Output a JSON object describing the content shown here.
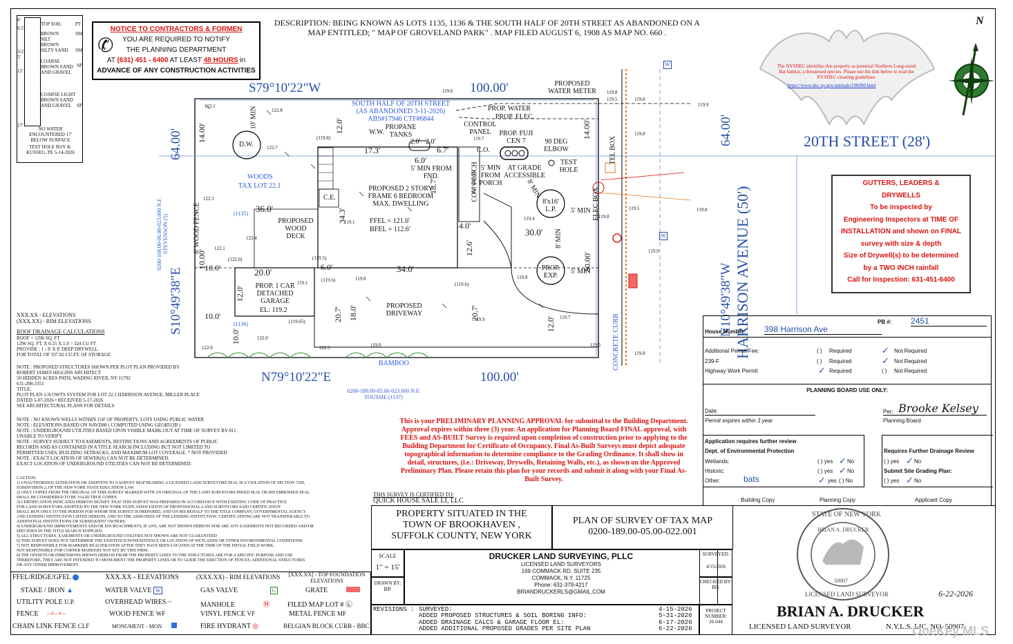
{
  "soil_log": {
    "layers": [
      "TOP SOIL",
      "BROWN SILT",
      "BROWN SILTY SAND",
      "COARSE BROWN SAND AND GRAVEL",
      "COARSE LIGHT BROWN SAND AND GRAVEL"
    ],
    "codes": [
      "PT",
      "SM",
      "SM",
      "SP",
      "SP"
    ],
    "depths": [
      "0'",
      "0.5'",
      "3.5'",
      "5'",
      "12'",
      "17'"
    ],
    "no_water": "NO WATER ENCOUNTERED 17' BELOW SURFACE",
    "test_hole": "TEST HOLE ROY K. KUSSEG, PE 5-14-2026"
  },
  "notice": {
    "title": "NOTICE TO CONTRACTORS & FORMEN",
    "line1": "YOU ARE REQUIRED TO NOTIFY",
    "line2": "THE PLANNING DEPARTMENT",
    "line3_pre": "AT",
    "phone": "(631) 451 - 6400",
    "line3_mid": "AT LEAST",
    "hours": "48 HOURS",
    "line3_post": "in",
    "line4": "ADVANCE OF ANY CONSTRUCTION ACTIVITIES"
  },
  "description": "DESCRIPTION: BEING KNOWN AS LOTS 1135, 1136 & THE SOUTH HALF OF 20TH STREET AS ABANDONED ON A MAP ENTITLED;  \" MAP OF GROVELAND PARK\" . MAP FILED AUGUST 6, 1908 AS MAP NO. 660 .",
  "nysdec": "The NYSDEC identifies this property as potential Northern Long-eared Bat habitat, a threatened species. Please use the link below to read the NYSDEC cleaning guidelines.",
  "nysdec_link": "https://www.dec.ny.gov/animals/106090.html",
  "north": "N",
  "plan": {
    "bearing_top": "S79°10'22\"W",
    "bearing_bottom": "N79°10'22\"E",
    "bearing_left": "S10°49'38\"E",
    "bearing_right": "N10°49'38\"W",
    "dist_top": "100.00'",
    "dist_bottom": "100.00'",
    "dist_left": "64.00'",
    "dist_right": "64.00'",
    "street": "20TH STREET (28')",
    "avenue": "HARRISON AVENUE (50')",
    "south_half": "SOUTH HALF OF 20TH STREET (AS ABANDONED 3-11-2026) ABS#17946  CTF#6844",
    "proposed_water_meter": "PROPOSED WATER METER",
    "prop_water": "PROP. WATER",
    "prop_elec": "PROP. ELEC.",
    "control_panel": "CONTROL PANEL",
    "prop_fuji": "PROP. FUJI CEN 7",
    "propane": "PROPANE TANKS",
    "ww": "W.W.",
    "co": "C.O.",
    "elbow": "90 DEG ELBOW",
    "test_hole": "TEST HOLE",
    "at_grade": "AT GRADE ACCESSIBLE",
    "dw": "D.W.",
    "ten_min": "10' MIN",
    "woods": "WOODS",
    "tax_lot": "TAX LOT 22.1",
    "ce": "C.E.",
    "dwelling": "PROPOSED 2 STORY FRAME 6 BEDROOM MAX. DWELLING",
    "ffel": "FFEL = 121.6'",
    "bfel": "BFEL = 112.6'",
    "cov_porch": "COV. PORCH",
    "porch_dim": "4.0'x18.75'",
    "five_min_fnd": "5' MIN FROM FND.",
    "five_min_porch": "5' MIN FROM PORCH",
    "lp": "8'x16' L.P.",
    "prop_exp": "PROP. EXP.",
    "deck": "PROPOSED WOOD DECK",
    "garage": "PROP. 1 CAR DETACHED GARAGE",
    "garage_el": "EL: 119.2",
    "driveway": "PROPOSED DRIVEWAY",
    "bamboo": "BAMBOO",
    "tel_box": "TEL BOX",
    "elec_box": "ELEC BOX",
    "concrete_curb": "CONCRETE CURB",
    "wood_fence": "6' WOOD FENCE",
    "lot_left": "0200-168.00-06.00-023.000 N.F. STEVENSON (5)",
    "lot_bottom": "0200-189.00-05.00-023.000 N.F. TOUSSIE (1137)",
    "lot_1135": "(1135)",
    "lot_1136": "(1136)",
    "five_min": "5' MIN",
    "eight_min": "8' MIN",
    "dims": [
      "12.0'",
      "6.7'",
      "17.3'",
      "6.0'",
      "2.0'",
      "2.0'",
      "36.0'",
      "34.3'",
      "18.7'",
      "4.0'",
      "12.6'",
      "30.0'",
      "50.00'",
      "14.00'",
      "14.00'",
      "10.00'",
      "10.0'",
      "6.0'",
      "34.0'",
      "20.0'",
      "12.0'",
      "10.0'",
      "10.0'",
      "20.7'",
      "18.0'",
      "20.7'",
      "12.0'"
    ],
    "elevs": [
      "123.1",
      "122.8",
      "122.7",
      "(119.8)",
      "119.6",
      "119.7",
      "119.8",
      "119.5",
      "119.9",
      "119.8",
      "119.5",
      "119.8",
      "122.3",
      "122.1",
      "122.4",
      "(122.0)",
      "(119.5)",
      "119.1",
      "(119.6)",
      "119.8",
      "(119.6)",
      "119.9",
      "119.7",
      "119.5",
      "122.0",
      "122.0",
      "(119.65)",
      "122.5",
      "119.0",
      "119.8",
      "119.4",
      "119.1",
      "119.8",
      "119.8",
      "119.9",
      "119.8"
    ]
  },
  "legend_notes": {
    "elev": "XXX.XX - ELEVATIONS",
    "rim": "(XXX.XX) - RIM ELEVATIONS",
    "roof": "ROOF DRAINAGE CALCULATIONS",
    "roof1": "ROOF = 1296 SQ. FT",
    "roof2": "1296 SQ. FT. X 0.25 X 1.0 = 324 CU FT",
    "roof3": "PROVIDE : 1 - 8' X 8' DEEP DRYWELL",
    "roof4": "FOR TOTAL OF 337.92 CU.FT. OF STORAGE",
    "note_block": "NOTE : PROPOSED STRUCTURES SHOWN PER PLOT PLAN PROVIDED BY\nROBERT JAMES HIGGINS ARCHITECT\n50 HIDDEN ACRES PATH, WADING RIVER, NY 11792\n631-208-3351\nTITLE:\nPLOT PLAN 1/A OWTS SYSTEM FOR LOT 22.1 HARRISON AVENUE, MILLER PLACE\nDATED 5-07-2026 • RECEIVED 5-17-2026\nSEE ARCHITECTURAL PLANS FOR DETAILS",
    "notes2": "NOTE : NO KNOWN WELLS WITHIN 150' OF PROPERTY, LOTS USING PUBLIC WATER\nNOTE : ELEVATIONS BASED ON NAVD88 ( COMPUTED USING GEOID12B )\nNOTE : UNDERGROUND UTILITIES BASED UPON VISIBLE MARK-OUT AT TIME OF SURVEY BY 811.\n         UNABLE TO VERIFY.\nNOTE : SURVEY SUBJECT TO EASEMENTS, RESTRICTIONS AND AGREEMENTS OF PUBLIC\nRECORDS AND AS CONTAINED IN A TITLE SEARCH INCLUDING BUT NOT LIMITED TO\nPERMITTED USES, BUILDING SETBACKS, AND MAXIMUM LOT COVERAGE.   * NOT PROVIDED\nNOTE : EXACT LOCATION OF SEWER(S) CAN NOT BE DETERMINED.\nEXACT LOCATION OF UNDERGROUND UTILITIES CAN NOT BE DETERMINED.",
    "caution": "CAUTION:\n1) UNAUTHORIZED ALTERATION OR ADDITION TO A SURVEY MAP BEARING A LICENSED LAND SURVEYORS SEAL IS A VIOLATION OF SECTION 7209,\n    SUBDIVISION 2, OF THE NEW YORK STATE EDUCATION LAW.\n2) ONLY COPIES FROM THE ORIGINAL OF THIS SURVEY MARKED WITH AN ORIGINAL OF THE LAND SURVEYORS INKED SEAL OR HIS EMBOSSED SEAL\n    SHALL BE CONSIDERED TO BE VALID TRUE COPIES.\n3) CERTIFICATION INDICATED HEREON SIGNIFY THAT THIS SURVEY WAS PREPARED IN ACCORDANCE WITH EXISTING CODE OF PRACTICE\n    FOR LAND SURVEYORS ADOPTED BY THE NEW YORK STATE ASSOCIATION OF PROFESSIONAL LAND SURVEYORS SAID CERTIFICATION\n    SHALL RUN ONLY TO THE PERSON FOR WHOM THE SURVEY IS PREPARED, AND ON HIS BEHALF TO THE TITLE COMPANY, GOVERNMENTAL AGENCY\n    AND LENDING INSTITUTION LISTED HEREON, AND TO THE ASSIGNEES OF THE LENDING INSTITUTION. CERTIFICATIONS ARE NOT TRANSFERABLE TO\n    ADDITIONAL INSTITUTIONS OR SUBSEQUENT OWNERS.\n4) UNDERGROUND IMPROVEMENTS AND/OR ENCROACHMENTS, IF ANY, ARE NOT SHOWN HEREON NOR ARE ANY EASEMENTS NOT RECORDED AND/OR\n    SPECIFIED IN THE TITLE SEARCH SUPPLIED.\n5) ALL STRUCTURES, EASEMENTS OR UNDERGROUND UTILITIES NOT SHOWN ARE NOT GUARANTEED\n6) THIS SURVEY DOES NOT DETERMINE THE EXISTENCE/NONEXISTENCE OR LOCATION OF WETLANDS OR OTHER ENVIRONMENTAL CONDITIONS.\n7) NOT RESPONSIBLE FOR MARKERS REALTERATION AFTER THEY HAVE BEEN LOCATED AT THE TIME OF THE INITIAL FIELD WORK.\n    NOT RESPONSIBLE FOR CORNER MARKERS NOT SET BY THIS FIRM.\n8) THE OFFSETS OR DIMENSIONS SHOWN HEREON FROM THE PROPERTY LINES TO THE STRUCTURES ARE FOR A SPECIFIC PURPOSE AND USE\n    THEREFORE, THEY ARE NOT INTENDED TO MONUMENT THE PROPERTY LINES OR TO GUIDE THE ERECTION OF FENCES, ADDITIONAL STRUCTURES\n    OR ANY OTHER IMPROVEMENT."
  },
  "approval": "This is your PRELIMINARY PLANNING APPROVAL for submittal to the Building Department.  Approval expires within three (3) year.  An application for Planning Board FINAL approval, with FEES and AS-BUILT Survey is required upon completion of construction prior to applying to the Building Department for Certificate of Occupancy.  Final As-Built Surveys must depict adequate topographical information to determine compliance to the Grading Ordinance.  It shall show in detail, structures, (i.e.: Driveway, Drywells, Retaining Walls, etc.), as shown on the Approved Preliminary Plan.  Please retain this plan for your records and submit it along with your Final As-Built Survey.",
  "gutters": {
    "l1": "GUTTERS, LEADERS &",
    "l2": "DRYWELLS",
    "l3": "To be inspected by",
    "l4": "Engineering Inspectors at TIME OF",
    "l5": "INSTALLATION and shown on FINAL",
    "l6": "survey with size & depth",
    "l7": "Size of Drywell(s) to be determined",
    "l8": "by a TWO INCH rainfall",
    "l9": "Call for Inspection: 631-451-6400"
  },
  "permit": {
    "house_label": "House Number:",
    "house_value": "398 Harrison Ave",
    "pb_label": "PB #:",
    "pb_value": "2451",
    "rows": [
      {
        "label": "Additional Permit Fee:",
        "a": "Required",
        "b": "Not Required",
        "a_checked": false,
        "b_checked": true
      },
      {
        "label": "239-F",
        "a": "Required",
        "b": "Not Required",
        "a_checked": false,
        "b_checked": true
      },
      {
        "label": "Highway Work Permit",
        "a": "Required",
        "b": "Not Required",
        "a_checked": true,
        "b_checked": false
      }
    ],
    "pb_use": "PLANNING BOARD USE ONLY:",
    "date_label": "Date:",
    "expires": "Permit expires within 3 year",
    "per_label": "Per:",
    "signature": "Brooke Kelsey",
    "planning_board": "Planning Board",
    "review_title": "Application requires further review",
    "dept": "Dept. of Environmental Protection",
    "wetlands": "Wetlands:",
    "historic": "Historic:",
    "other": "Other:",
    "other_value": "bats",
    "yes": "yes",
    "no": "No",
    "drainage_title": "Requires Further Drainage Review",
    "grading": "Submit Site Grading Plan:",
    "copies": [
      "Building Copy",
      "Planning Copy",
      "Applicant Copy"
    ]
  },
  "certified": {
    "label": "THIS SURVEY IS CERTIFIED TO:",
    "name": "QUICK HOUSE SALE LI, LLC"
  },
  "title_block": {
    "property": "PROPERTY SITUATED IN THE TOWN OF BROOKHAVEN , SUFFOLK COUNTY, NEW YORK",
    "plan_title": "PLAN OF SURVEY OF TAX MAP",
    "tax_map": "0200-189.00-05.00-022.001",
    "scale_label": "SCALE",
    "scale": "1\" = 15'",
    "drawn_label": "DRAWN BY:",
    "drawn": "BP.",
    "company": "DRUCKER LAND SURVEYING, PLLC",
    "company2": "LICENSED LAND SURVEYORS",
    "addr1": "169 COMMACK RD. SUITE 235",
    "addr2": "COMMACK, N.Y. 11725",
    "phone": "Phone: 631-379-4217",
    "email": "BRIANDRUCKERLS@GMAIL.COM",
    "surveyed_label": "SURVEYED:",
    "surveyed": "4/15/2026",
    "checked_label": "CHECKED BY:",
    "checked": "BD.",
    "project_label": "PROJECT NUMBER:",
    "project": "26-044",
    "revisions_label": "REVISIONS :",
    "revisions": [
      {
        "text": "SURVEYED:",
        "date": "4-15-2026"
      },
      {
        "text": "ADDED PROPOSED STRUCTURES & SOIL BORING INFO:",
        "date": "5-31-2026"
      },
      {
        "text": "ADDED DRAINAGE CALCS & GARAGE FLOOR EL:",
        "date": "6-17-2026"
      },
      {
        "text": "ADDED ADDITIONAL PROPOSED GRADES PER SITE PLAN",
        "date": "6-22-2026"
      }
    ],
    "surveyor": "BRIAN A. DRUCKER",
    "surveyor_title": "LICENSED LAND SURVEYOR",
    "license": "N.Y.L.S. LIC. NO. 50907",
    "seal_top": "STATE OF NEW YORK",
    "seal_name": "BRIAN A. DRUCKER",
    "seal_num": "50907",
    "seal_bottom": "LICENSED LAND SURVEYOR",
    "sig_date": "6-22-2026"
  },
  "legend": [
    [
      "FFEL/RIDGE/GFEL",
      "XXX.XX - ELEVATIONS",
      "(XXX.XX) - RIM ELEVATIONS",
      "[XXX.XX] - TOP FOUNDATION ELEVATIONS"
    ],
    [
      "STAKE / IRON",
      "WATER VALVE",
      "GAS VALVE",
      "GRATE"
    ],
    [
      "UTILITY POLE",
      "OVERHEAD WIRES",
      "MANHOLE",
      "FILED MAP LOT #"
    ],
    [
      "FENCE",
      "WOOD FENCE",
      "VINYL FENCE",
      "METAL FENCE"
    ],
    [
      "CHAIN LINK FENCE",
      "MONUMENT - MON",
      "FIRE HYDRANT",
      "BELGIAN BLOCK CURB"
    ]
  ],
  "legend_codes": {
    "up": "U.P.",
    "wf": "WF",
    "vf": "VF",
    "mf": "MF",
    "clf": "CLF",
    "bbc": "BBC",
    "w": "W",
    "g": "G"
  },
  "watermark": "OneKey MLS"
}
